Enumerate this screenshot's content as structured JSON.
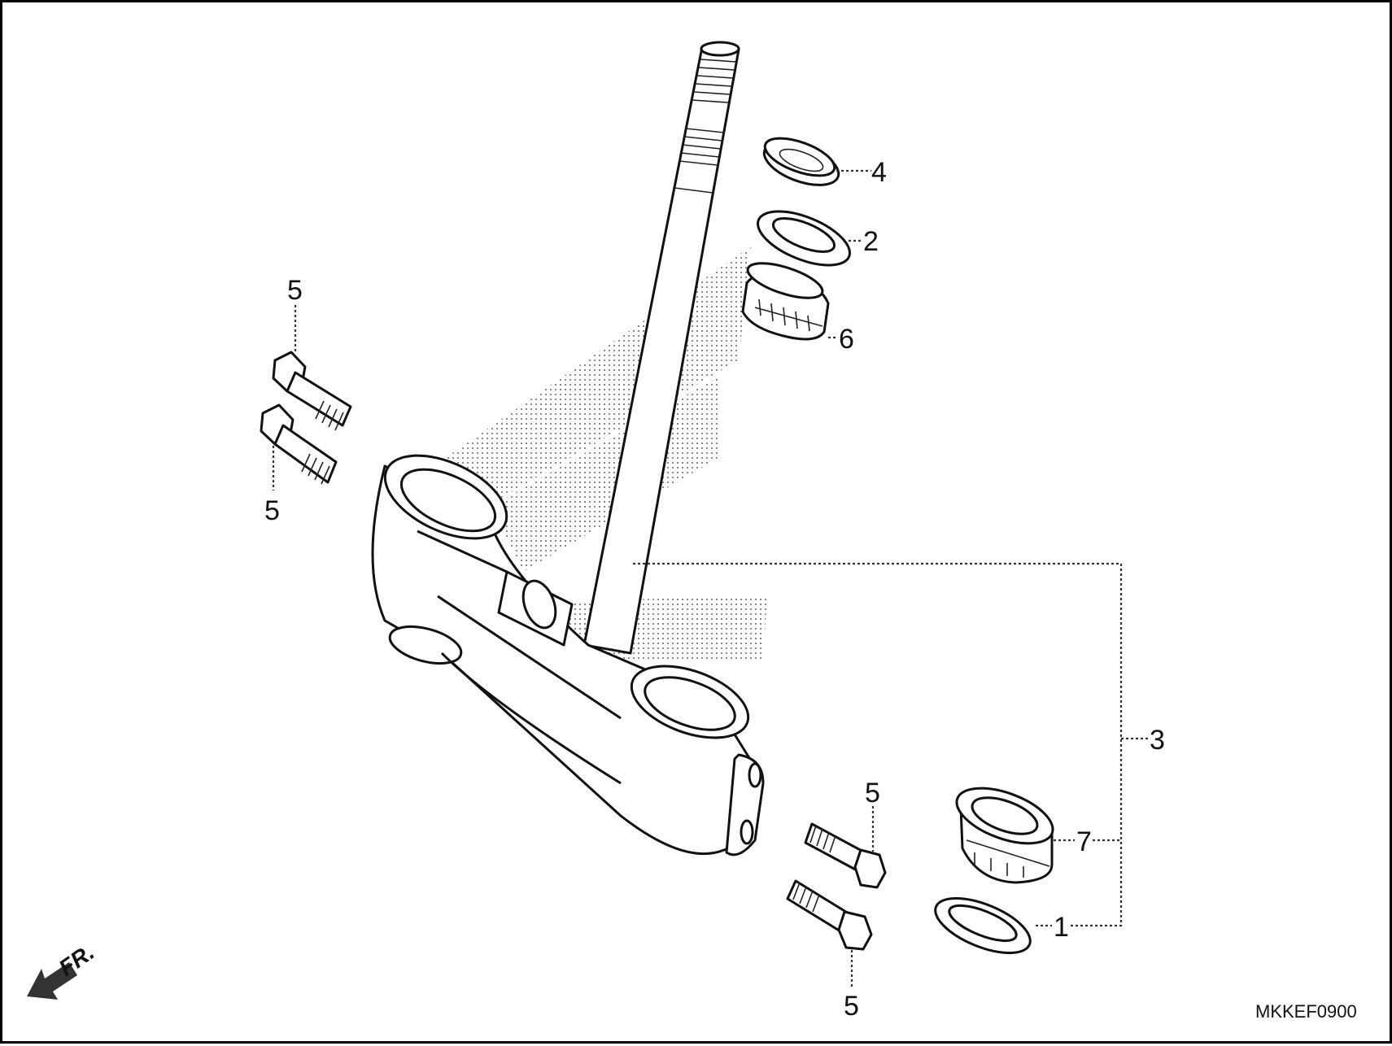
{
  "diagram": {
    "callouts": {
      "bearing_lower_inner": "1",
      "dust_seal_upper": "2",
      "stem_assembly": "3",
      "lock_nut": "4",
      "bolt_upper_a": "5",
      "bolt_upper_b": "5",
      "bolt_lower_a": "5",
      "bolt_lower_b": "5",
      "bearing_upper": "6",
      "bearing_lower": "7"
    },
    "front_indicator": "FR.",
    "figure_code": "MKKEF0900"
  }
}
